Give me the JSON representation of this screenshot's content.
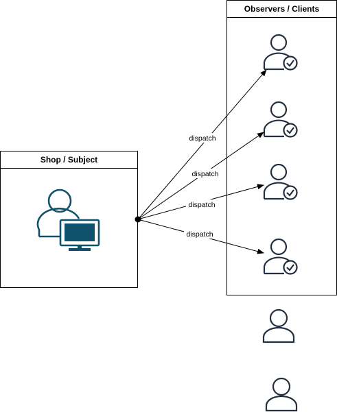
{
  "subject": {
    "title": "Shop / Subject",
    "icon": "user-with-monitor-icon",
    "color": "#10516b"
  },
  "observers": {
    "title": "Observers / Clients",
    "subscribed_icon": "user-check-icon",
    "unsubscribed_icon": "user-icon",
    "stroke_color": "#232f3e"
  },
  "edges": [
    {
      "label": "dispatch"
    },
    {
      "label": "dispatch"
    },
    {
      "label": "dispatch"
    },
    {
      "label": "dispatch"
    }
  ]
}
